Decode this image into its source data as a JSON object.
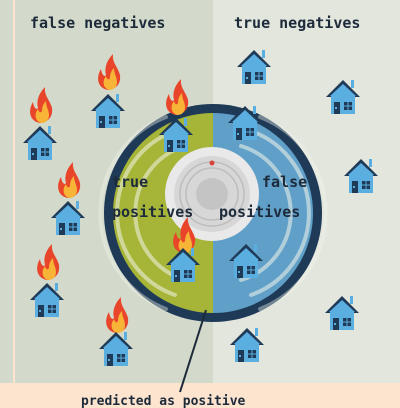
{
  "labels": {
    "false_negatives": "false negatives",
    "true_negatives": "true negatives",
    "true_positives_line1": "true",
    "true_positives_line2": "positives",
    "false_positives_line1": "false",
    "false_positives_line2": "positives",
    "predicted_as_positive": "predicted as positive"
  },
  "colors": {
    "background": "#fce4cf",
    "left_panel": "#d3d9cb",
    "right_panel": "#e2e6dd",
    "inner_left": "#a6b438",
    "inner_right": "#5f9fc8",
    "ring": "#1e3a57",
    "house": "#5aaee0",
    "flame_outer": "#e8452a",
    "flame_inner": "#f7b436"
  },
  "icons": [
    "house-icon",
    "fire-icon",
    "smoke-detector-icon"
  ]
}
